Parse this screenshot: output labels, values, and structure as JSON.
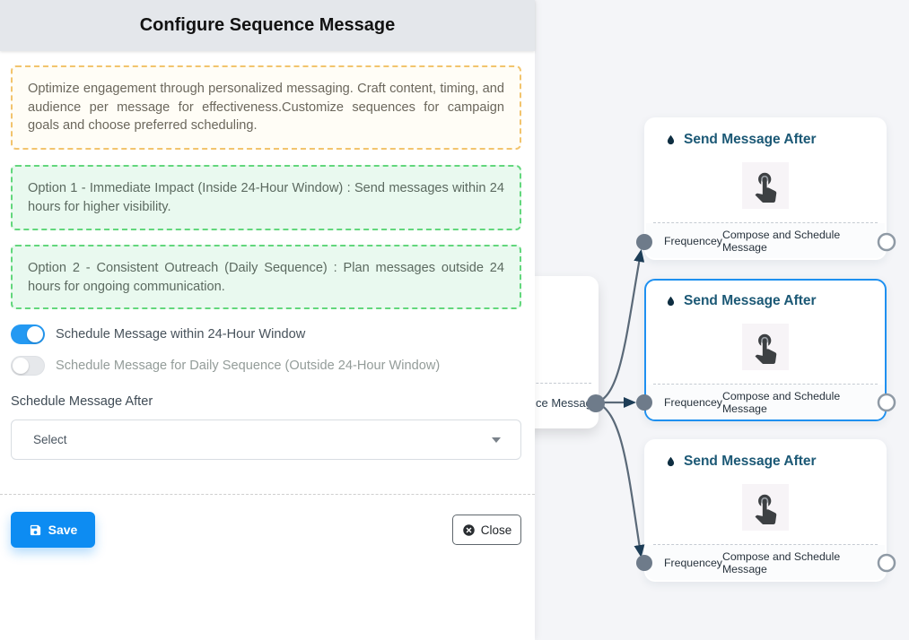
{
  "colors": {
    "accent_blue": "#2499f2",
    "save_button_blue": "#0d8cf2",
    "selected_node_border": "#1e90f0",
    "node_title": "#1b5875",
    "edge_gray": "#5a6978",
    "arrow_navy": "#1d3d57",
    "port_fill": "#6e7b8a",
    "warning_border": "#f2c46d",
    "success_border": "#62d77c",
    "canvas_bg": "#f4f5f8",
    "header_bg": "#e4e7eb"
  },
  "panel": {
    "title": "Configure Sequence Message",
    "notes": {
      "intro": "Optimize engagement through personalized messaging. Craft content, timing, and audience per message for effectiveness.Customize sequences for campaign goals and choose preferred scheduling.",
      "option1": "Option 1 - Immediate Impact (Inside 24-Hour Window) : Send messages within 24 hours for higher visibility.",
      "option2": "Option 2 - Consistent Outreach (Daily Sequence) : Plan messages outside 24 hours for ongoing communication."
    },
    "toggles": [
      {
        "label": "Schedule Message within 24-Hour Window",
        "state": "on"
      },
      {
        "label": "Schedule Message for Daily Sequence (Outside 24-Hour Window)",
        "state": "off"
      }
    ],
    "schedule_after": {
      "label": "Schedule Message After",
      "value": "Select"
    },
    "buttons": {
      "save": "Save",
      "close": "Close"
    }
  },
  "canvas": {
    "partial_node": {
      "footer_label": "ce Message"
    },
    "nodes": [
      {
        "title": "Send Message After",
        "footer_left": "Frequencey",
        "footer_right": "Compose and Schedule Message",
        "selected": false
      },
      {
        "title": "Send Message After",
        "footer_left": "Frequencey",
        "footer_right": "Compose and Schedule Message",
        "selected": true
      },
      {
        "title": "Send Message After",
        "footer_left": "Frequencey",
        "footer_right": "Compose and Schedule Message",
        "selected": false
      }
    ]
  }
}
